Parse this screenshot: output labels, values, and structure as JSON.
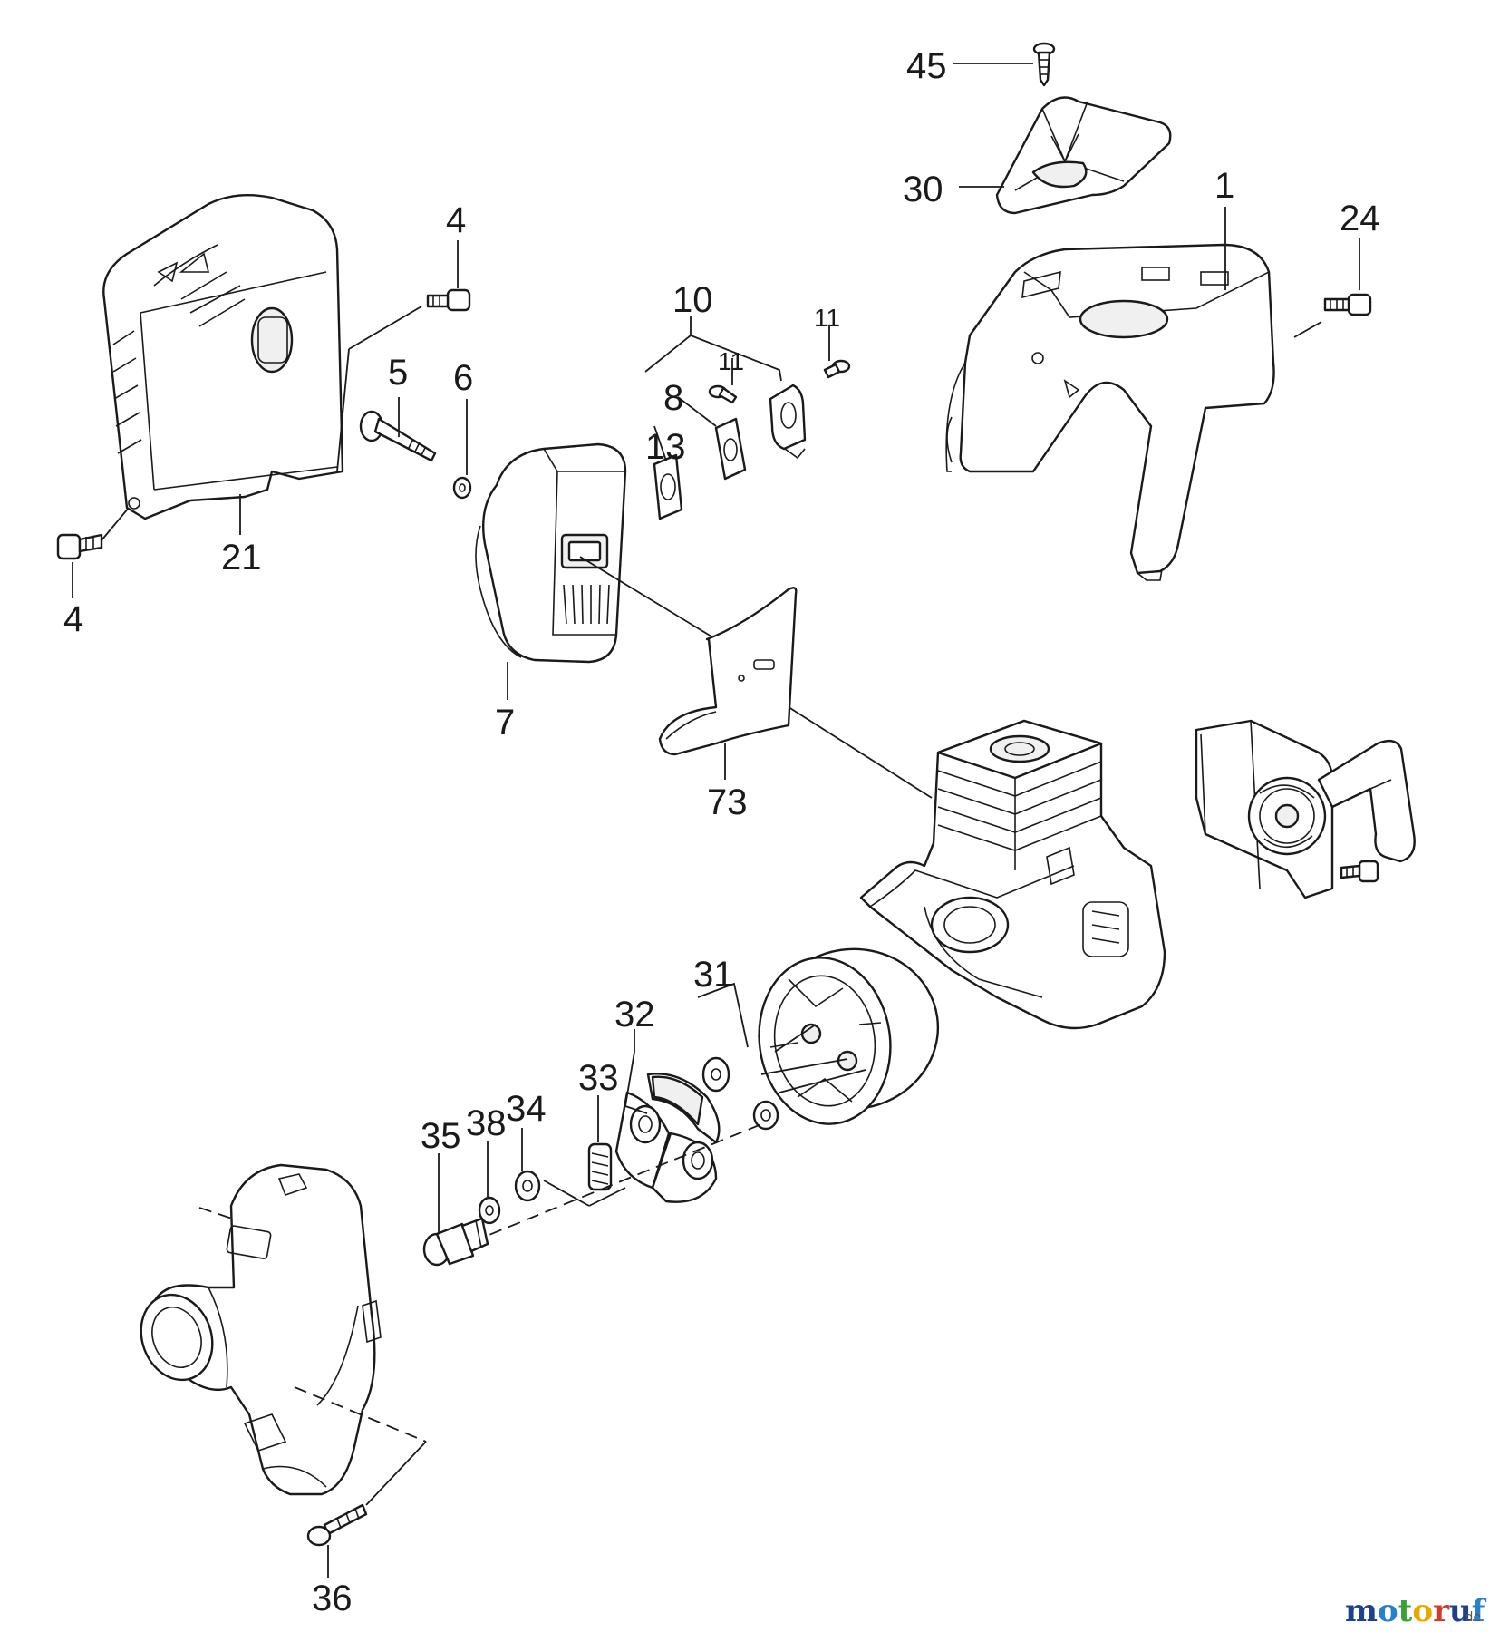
{
  "diagram": {
    "labels": [
      {
        "id": "45",
        "text": "45"
      },
      {
        "id": "30",
        "text": "30"
      },
      {
        "id": "1",
        "text": "1"
      },
      {
        "id": "24",
        "text": "24"
      },
      {
        "id": "4a",
        "text": "4"
      },
      {
        "id": "4b",
        "text": "4"
      },
      {
        "id": "21",
        "text": "21"
      },
      {
        "id": "5",
        "text": "5"
      },
      {
        "id": "6",
        "text": "6"
      },
      {
        "id": "10",
        "text": "10"
      },
      {
        "id": "11a",
        "text": "11"
      },
      {
        "id": "11b",
        "text": "11"
      },
      {
        "id": "8",
        "text": "8"
      },
      {
        "id": "13",
        "text": "13"
      },
      {
        "id": "7",
        "text": "7"
      },
      {
        "id": "73",
        "text": "73"
      },
      {
        "id": "31",
        "text": "31"
      },
      {
        "id": "32",
        "text": "32"
      },
      {
        "id": "33",
        "text": "33"
      },
      {
        "id": "34",
        "text": "34"
      },
      {
        "id": "38",
        "text": "38"
      },
      {
        "id": "35",
        "text": "35"
      },
      {
        "id": "36",
        "text": "36"
      }
    ]
  },
  "watermark": {
    "letters": [
      {
        "ch": "m",
        "color": "#1f3f8f"
      },
      {
        "ch": "o",
        "color": "#2a7fc9"
      },
      {
        "ch": "t",
        "color": "#3aa03a"
      },
      {
        "ch": "o",
        "color": "#e8a800"
      },
      {
        "ch": "r",
        "color": "#d43a2a"
      },
      {
        "ch": "u",
        "color": "#1f3f8f"
      },
      {
        "ch": "f",
        "color": "#2a7fc9"
      }
    ],
    "suffix": ".de"
  }
}
